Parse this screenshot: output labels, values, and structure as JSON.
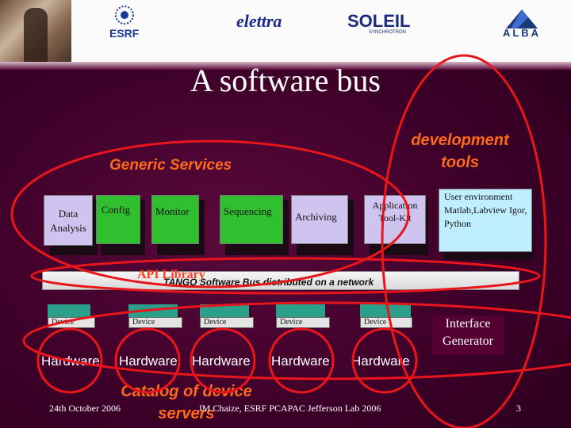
{
  "header": {
    "logos": [
      {
        "name": "esrf",
        "text": "ESRF"
      },
      {
        "name": "elettra",
        "text": "elettra"
      },
      {
        "name": "soleil",
        "text": "SOLEIL",
        "subtext": "SYNCHROTRON"
      },
      {
        "name": "alba",
        "text": "ALBA"
      }
    ]
  },
  "slide": {
    "title": "A software bus",
    "generic_services": "Generic Services",
    "development_tools": "development tools",
    "services": [
      "Data Analysis",
      "Config",
      "Monitor",
      "Sequencing",
      "Archiving",
      "Application Tool-Kit",
      "User environment Matlab,Labview Igor, Python"
    ],
    "api_library": "API Library",
    "bus_label": "TANGO Software Bus distributed on a network",
    "devices": [
      "Device",
      "Device",
      "Device",
      "Device",
      "Device"
    ],
    "hardware": [
      "Hardware",
      "Hardware",
      "Hardware",
      "Hardware",
      "Hardware"
    ],
    "interface_generator": "Interface Generator",
    "catalog": "Catalog of device servers"
  },
  "footer": {
    "date": "24th October 2006",
    "author": "JM Chaize, ESRF PCAPAC Jefferson Lab 2006",
    "page": "3"
  },
  "colors": {
    "background": "#3c0028",
    "accent_orange": "#ff6a1a",
    "ellipse_red": "#e8151b",
    "device_teal": "#2aa08a",
    "service_purple": "#cfc4f0",
    "service_green": "#2fbf2f",
    "service_cyan": "#bfefff"
  }
}
